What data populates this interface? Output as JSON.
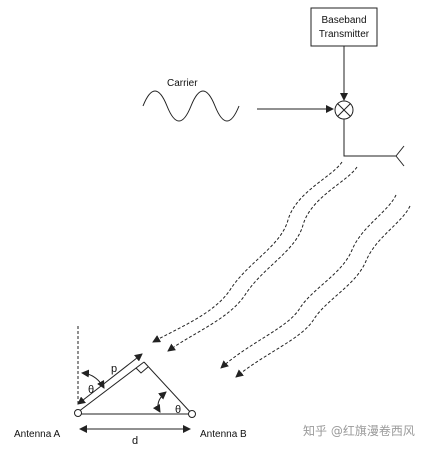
{
  "diagram": {
    "box_label_line1": "Baseband",
    "box_label_line2": "Transmitter",
    "carrier_label": "Carrier",
    "p_label": "p",
    "theta_label_left": "θ",
    "theta_label_right": "θ",
    "antenna_a_label": "Antenna A",
    "antenna_b_label": "Antenna B",
    "d_label": "d"
  },
  "watermark": {
    "text": "知乎 @红旗漫卷西风"
  },
  "colors": {
    "line": "#222222",
    "watermark": "#9a9a9a"
  }
}
